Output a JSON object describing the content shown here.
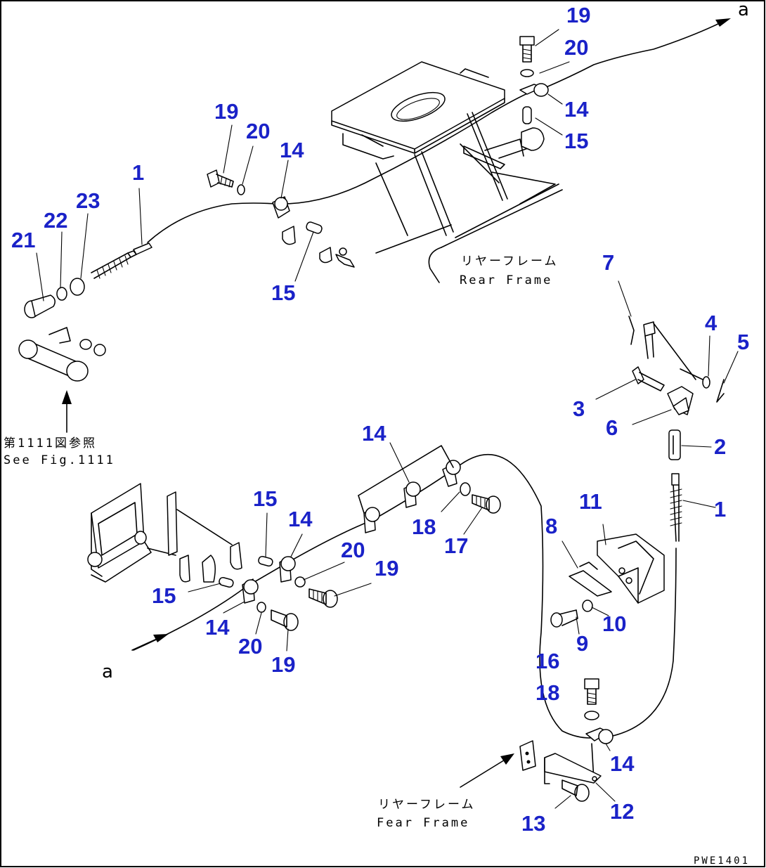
{
  "callouts": [
    {
      "id": "c19a",
      "text": "19"
    },
    {
      "id": "c20a",
      "text": "20"
    },
    {
      "id": "c14a",
      "text": "14"
    },
    {
      "id": "c15a",
      "text": "15"
    },
    {
      "id": "c19b",
      "text": "19"
    },
    {
      "id": "c20b",
      "text": "20"
    },
    {
      "id": "c14b",
      "text": "14"
    },
    {
      "id": "c1a",
      "text": "1"
    },
    {
      "id": "c23",
      "text": "23"
    },
    {
      "id": "c22",
      "text": "22"
    },
    {
      "id": "c21",
      "text": "21"
    },
    {
      "id": "c15b",
      "text": "15"
    },
    {
      "id": "c7",
      "text": "7"
    },
    {
      "id": "c4",
      "text": "4"
    },
    {
      "id": "c5",
      "text": "5"
    },
    {
      "id": "c3",
      "text": "3"
    },
    {
      "id": "c6",
      "text": "6"
    },
    {
      "id": "c2",
      "text": "2"
    },
    {
      "id": "c1b",
      "text": "1"
    },
    {
      "id": "c11",
      "text": "11"
    },
    {
      "id": "c8",
      "text": "8"
    },
    {
      "id": "c10",
      "text": "10"
    },
    {
      "id": "c9",
      "text": "9"
    },
    {
      "id": "c16",
      "text": "16"
    },
    {
      "id": "c18b",
      "text": "18"
    },
    {
      "id": "c14f",
      "text": "14"
    },
    {
      "id": "c12",
      "text": "12"
    },
    {
      "id": "c13",
      "text": "13"
    },
    {
      "id": "c14c",
      "text": "14"
    },
    {
      "id": "c18a",
      "text": "18"
    },
    {
      "id": "c17",
      "text": "17"
    },
    {
      "id": "c15c",
      "text": "15"
    },
    {
      "id": "c14d",
      "text": "14"
    },
    {
      "id": "c20c",
      "text": "20"
    },
    {
      "id": "c19c",
      "text": "19"
    },
    {
      "id": "c15d",
      "text": "15"
    },
    {
      "id": "c14e",
      "text": "14"
    },
    {
      "id": "c20d",
      "text": "20"
    },
    {
      "id": "c19d",
      "text": "19"
    }
  ],
  "notes": {
    "rear_frame_jp_1": "リヤーフレーム",
    "rear_frame_en_1": "Rear Frame",
    "see_fig_jp": "第1111図参照",
    "see_fig_en": "See Fig.1111",
    "rear_frame_jp_2": "リヤーフレーム",
    "rear_frame_en_2": "Fear Frame",
    "arrow_label_top": "a",
    "arrow_label_bottom": "a",
    "drawing_code": "PWE1401"
  }
}
